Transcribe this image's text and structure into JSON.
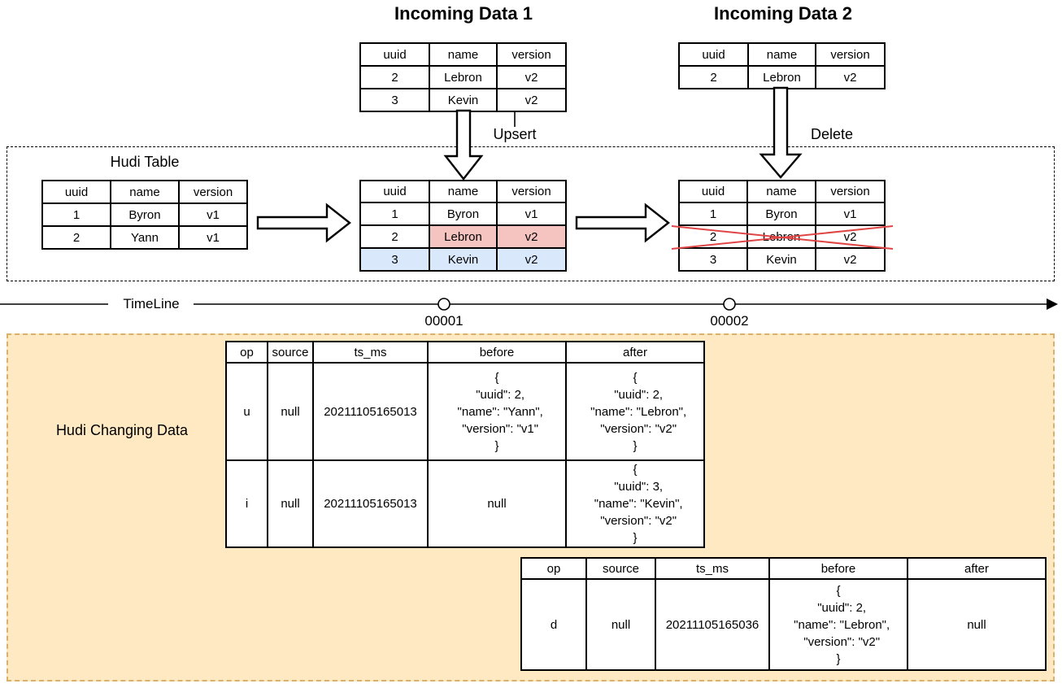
{
  "titles": {
    "incoming1": "Incoming Data 1",
    "incoming2": "Incoming Data 2",
    "hudi_table": "Hudi Table",
    "changing": "Hudi Changing Data",
    "timeline": "TimeLine"
  },
  "labels": {
    "upsert": "Upsert",
    "delete": "Delete",
    "commit1": "00001",
    "commit2": "00002"
  },
  "colors": {
    "update_fill": "#f6c4c0",
    "update_border": "#b85450",
    "insert_fill": "#dae8fc",
    "insert_border": "#6c8ebf",
    "panel_fill": "#ffe9c2",
    "panel_border": "#d8b16a",
    "delete_cross": "#e04545"
  },
  "tables": {
    "incoming1": {
      "headers": [
        "uuid",
        "name",
        "version"
      ],
      "rows": [
        [
          "2",
          "Lebron",
          "v2"
        ],
        [
          "3",
          "Kevin",
          "v2"
        ]
      ]
    },
    "incoming2": {
      "headers": [
        "uuid",
        "name",
        "version"
      ],
      "rows": [
        [
          "2",
          "Lebron",
          "v2"
        ]
      ]
    },
    "hudi_before": {
      "headers": [
        "uuid",
        "name",
        "version"
      ],
      "rows": [
        [
          "1",
          "Byron",
          "v1"
        ],
        [
          "2",
          "Yann",
          "v1"
        ]
      ]
    },
    "hudi_after_upsert": {
      "headers": [
        "uuid",
        "name",
        "version"
      ],
      "rows": [
        [
          "1",
          "Byron",
          "v1"
        ],
        [
          "2",
          {
            "t": "Lebron",
            "hl": "update"
          },
          {
            "t": "v2",
            "hl": "update"
          }
        ],
        [
          {
            "t": "3",
            "hl": "insert"
          },
          {
            "t": "Kevin",
            "hl": "insert"
          },
          {
            "t": "v2",
            "hl": "insert"
          }
        ]
      ]
    },
    "hudi_after_delete": {
      "headers": [
        "uuid",
        "name",
        "version"
      ],
      "rows": [
        [
          "1",
          "Byron",
          "v1"
        ],
        [
          "2",
          "Lebron",
          "v2"
        ],
        [
          "3",
          "Kevin",
          "v2"
        ]
      ],
      "crossed_row_index": 1
    },
    "changing1": {
      "headers": [
        "op",
        "source",
        "ts_ms",
        "before",
        "after"
      ],
      "rows": [
        [
          "u",
          "null",
          "20211105165013",
          "{\n  \"uuid\": 2,\n  \"name\": \"Yann\",\n  \"version\": \"v1\"\n}",
          "{\n  \"uuid\": 2,\n  \"name\": \"Lebron\",\n  \"version\": \"v2\"\n}"
        ],
        [
          "i",
          "null",
          "20211105165013",
          "null",
          "{\n  \"uuid\": 3,\n  \"name\": \"Kevin\",\n  \"version\": \"v2\"\n}"
        ]
      ]
    },
    "changing2": {
      "headers": [
        "op",
        "source",
        "ts_ms",
        "before",
        "after"
      ],
      "rows": [
        [
          "d",
          "null",
          "20211105165036",
          "{\n  \"uuid\": 2,\n  \"name\": \"Lebron\",\n  \"version\": \"v2\"\n}",
          "null"
        ]
      ]
    }
  }
}
